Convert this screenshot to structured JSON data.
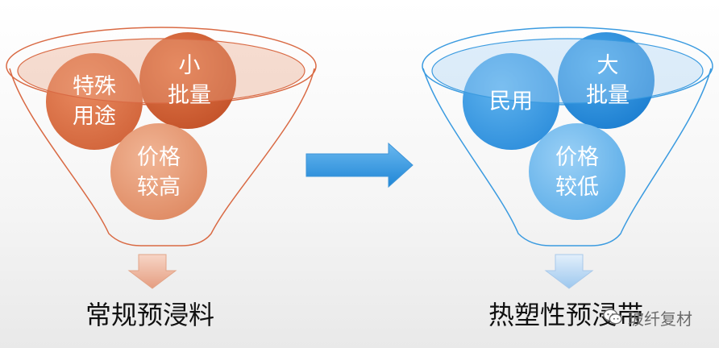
{
  "left_funnel": {
    "bubbles": [
      {
        "label": "特殊\n用途"
      },
      {
        "label": "小\n批量"
      },
      {
        "label": "价格\n较高"
      }
    ],
    "caption": "常规预浸料",
    "color": "#d9623a"
  },
  "right_funnel": {
    "bubbles": [
      {
        "label": "民用"
      },
      {
        "label": "大\n批量"
      },
      {
        "label": "价格\n较低"
      }
    ],
    "caption": "热塑性预浸带",
    "color": "#3a8fd9"
  },
  "center_arrow": {
    "icon": "right-arrow-icon",
    "color": "#3b9be0"
  },
  "watermark": {
    "text": "玻纤复材",
    "icon": "wechat-icon"
  }
}
